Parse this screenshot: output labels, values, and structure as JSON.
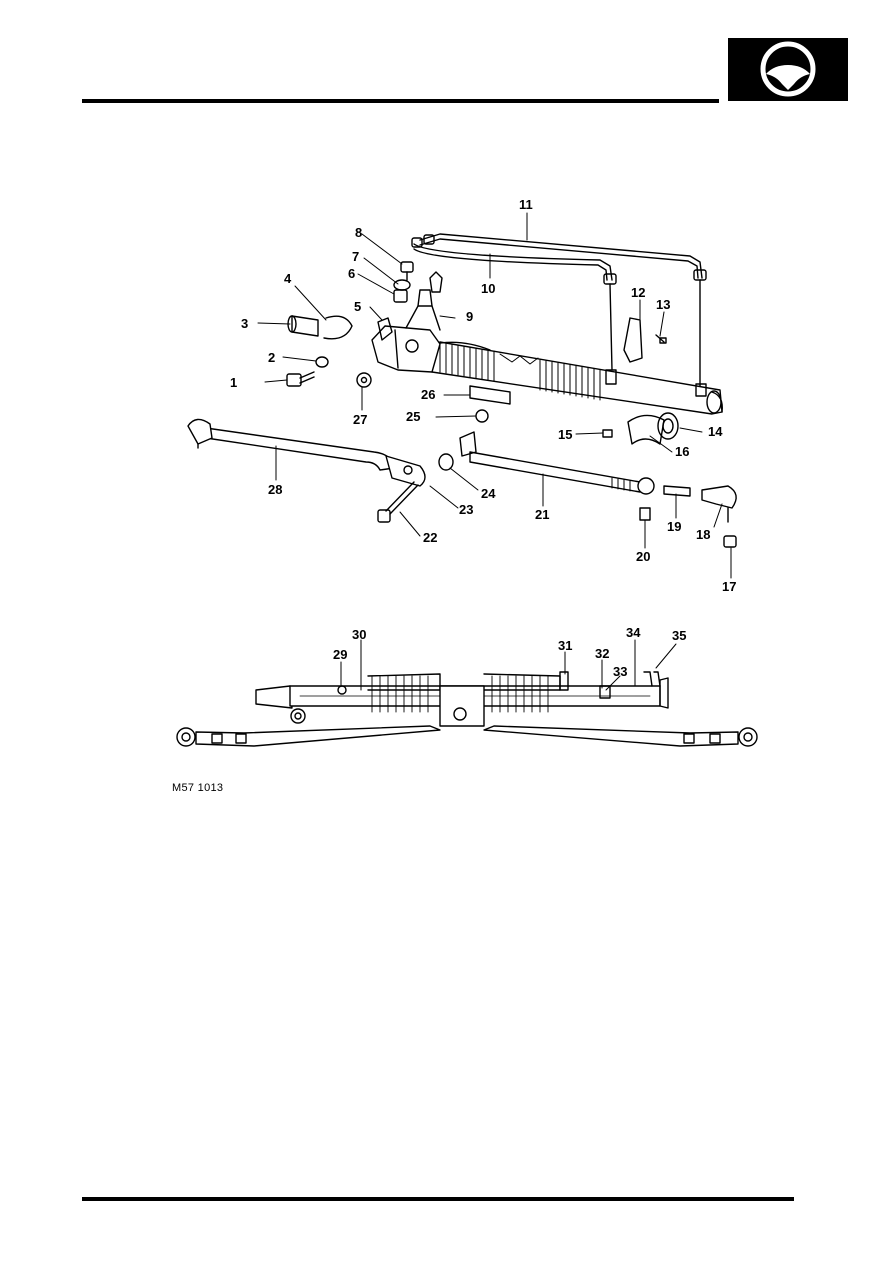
{
  "header": {
    "section_icon": "steering-wheel-icon"
  },
  "figure": {
    "code": "M57 1013",
    "callouts": [
      "1",
      "2",
      "3",
      "4",
      "5",
      "6",
      "7",
      "8",
      "9",
      "10",
      "11",
      "12",
      "13",
      "14",
      "15",
      "16",
      "17",
      "18",
      "19",
      "20",
      "21",
      "22",
      "23",
      "24",
      "25",
      "26",
      "27",
      "28",
      "29",
      "30",
      "31",
      "32",
      "33",
      "34",
      "35"
    ]
  }
}
